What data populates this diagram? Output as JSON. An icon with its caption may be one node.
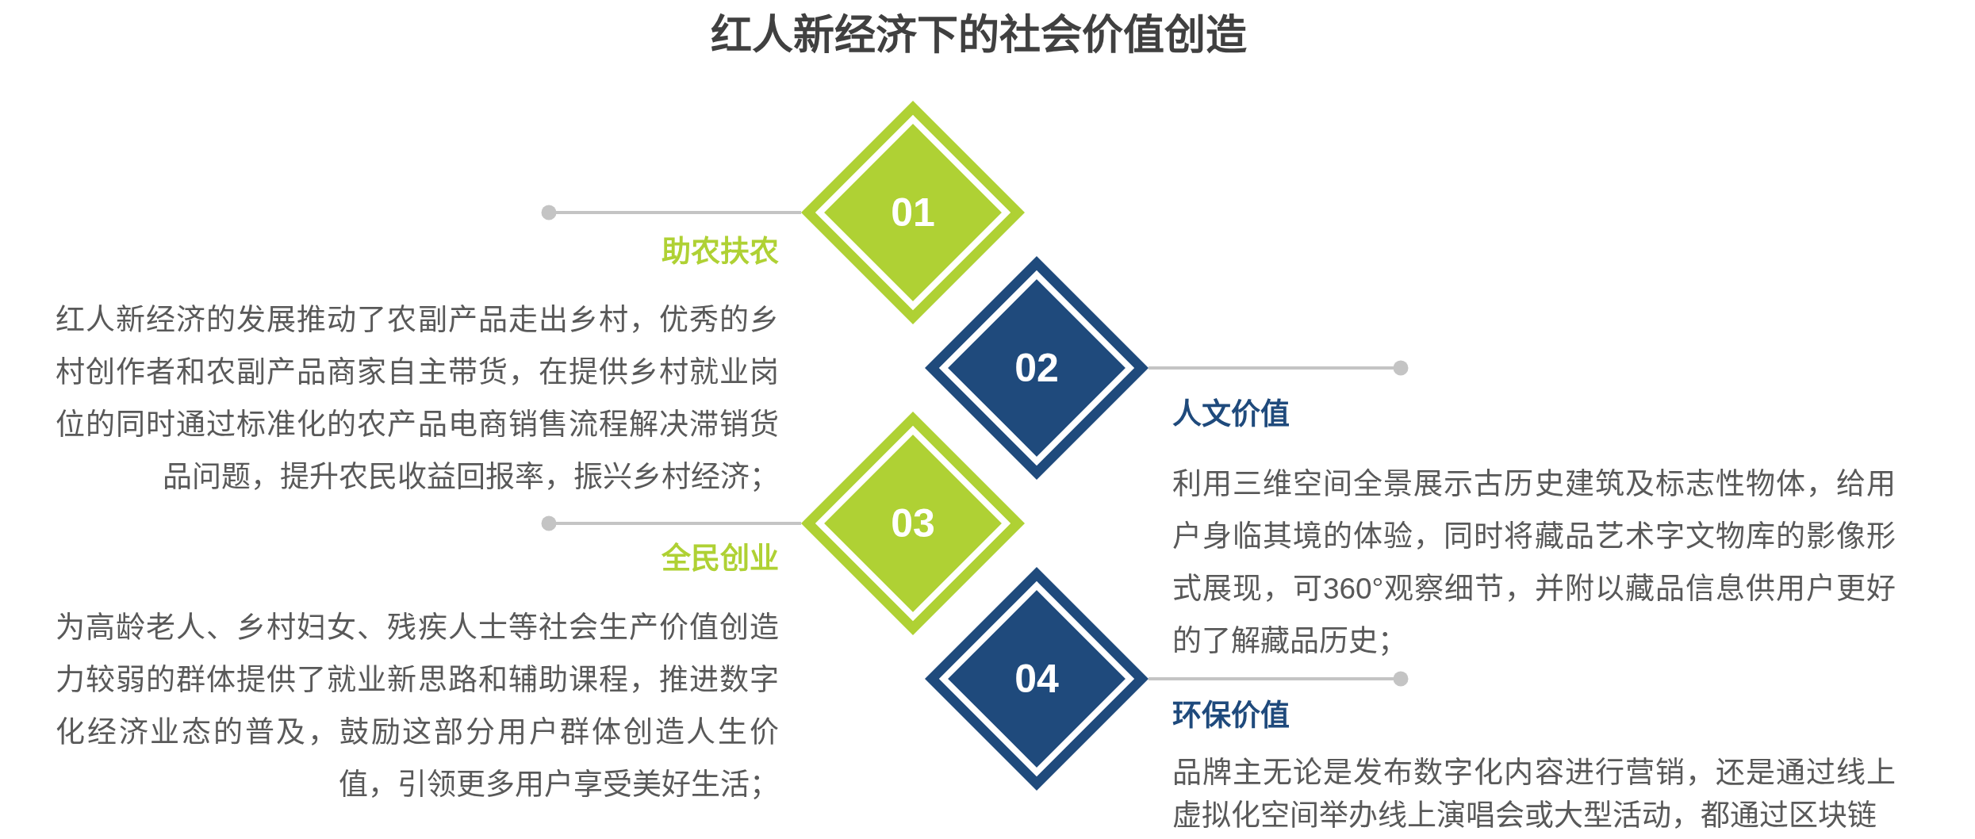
{
  "diagram": {
    "title": "红人新经济下的社会价值创造",
    "nodes": [
      {
        "text": [
          "01"
        ],
        "beside": [
          "助农扶农",
          "红人新经济的发展推动了农副产品走出乡村，优秀的乡村创作者和农副产品商家自主带货，在提供乡村就业岗位的同时通过标准化的农产品电商销售流程解决滞销货品问题，提升农民收益回报率，振兴乡村经济；"
        ]
      },
      {
        "text": [
          "02"
        ],
        "beside": [
          "人文价值",
          "利用三维空间全景展示古历史建筑及标志性物体，给用户身临其境的体验，同时将藏品艺术字文物库的影像形式展现，可360°观察细节，并附以藏品信息供用户更好的了解藏品历史；"
        ]
      },
      {
        "text": [
          "03"
        ],
        "beside": [
          "全民创业",
          "为高龄老人、乡村妇女、残疾人士等社会生产价值创造力较弱的群体提供了就业新思路和辅助课程，推进数字化经济业态的普及，鼓励这部分用户群体创造人生价值，引领更多用户享受美好生活；"
        ]
      },
      {
        "text": [
          "04"
        ],
        "beside": [
          "环保价值",
          "品牌主无论是发布数字化内容进行营销，还是通过线上虚拟化空间举办线上演唱会或大型活动，都通过区块链"
        ]
      }
    ],
    "edges": [
      {
        "from": 0,
        "to": null,
        "arrow": "other"
      },
      {
        "from": 1,
        "to": null,
        "arrow": "other"
      },
      {
        "from": 2,
        "to": null,
        "arrow": "other"
      },
      {
        "from": 3,
        "to": null,
        "arrow": "other"
      }
    ]
  }
}
